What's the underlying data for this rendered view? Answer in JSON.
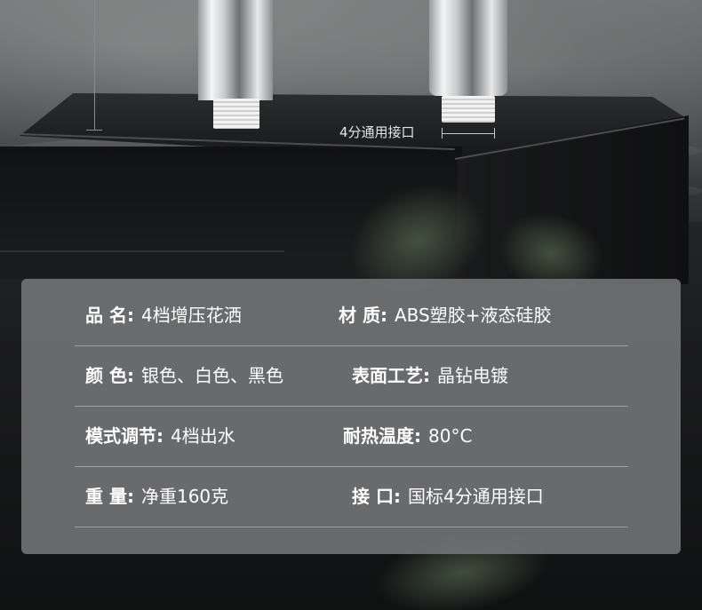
{
  "dimension": {
    "label": "4分通用接口"
  },
  "specs": [
    {
      "left_label": "品  名:",
      "left_value": "4档增压花洒",
      "right_label": "材  质:",
      "right_value": "ABS塑胶+液态硅胶"
    },
    {
      "left_label": "颜  色:",
      "left_value": "银色、白色、黑色",
      "right_label": "表面工艺:",
      "right_value": "晶钻电镀"
    },
    {
      "left_label": "模式调节:",
      "left_value": "4档出水",
      "right_label": "耐热温度:",
      "right_value": "80°C"
    },
    {
      "left_label": "重  量:",
      "left_value": "净重160克",
      "right_label": "接  口:",
      "right_value": "国标4分通用接口"
    }
  ],
  "colors": {
    "panel": "#76787a",
    "text": "#ffffff",
    "divider": "#c8cacc"
  }
}
